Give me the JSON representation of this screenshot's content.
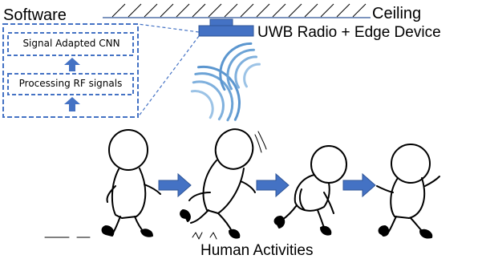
{
  "labels": {
    "software": "Software",
    "ceiling": "Ceiling",
    "device": "UWB Radio + Edge Device",
    "cnn": "Signal Adapted CNN",
    "rf": "Processing RF signals",
    "activities": "Human Activities"
  },
  "colors": {
    "blue": "#4472c4",
    "line": "#000000"
  },
  "icons": [
    "signal-wave-icon",
    "arrow-up-icon",
    "arrow-right-icon",
    "stick-figure-icon"
  ]
}
